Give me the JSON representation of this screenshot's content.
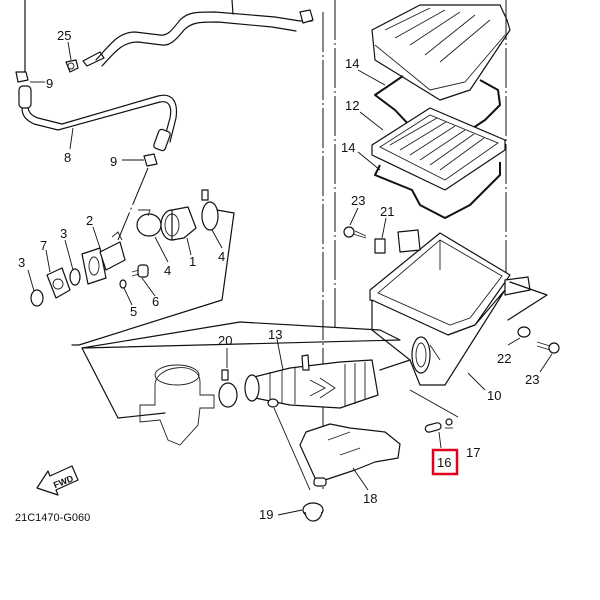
{
  "diagram": {
    "drawing_code": "21C1470-G060",
    "direction_indicator": "FWD",
    "highlighted_callout": "16",
    "highlight_color": "#e0001b",
    "callouts": [
      {
        "id": "c25",
        "label": "25",
        "part": "hose clamp"
      },
      {
        "id": "c9a",
        "label": "9",
        "part": "clip"
      },
      {
        "id": "c8",
        "label": "8",
        "part": "breather hose"
      },
      {
        "id": "c9b",
        "label": "9",
        "part": "clip"
      },
      {
        "id": "c2",
        "label": "2",
        "part": "carburetor joint"
      },
      {
        "id": "c3a",
        "label": "3",
        "part": "o-ring"
      },
      {
        "id": "c7",
        "label": "7",
        "part": "insulator"
      },
      {
        "id": "c3b",
        "label": "3",
        "part": "o-ring"
      },
      {
        "id": "c4a",
        "label": "4",
        "part": "hose clamp"
      },
      {
        "id": "c1",
        "label": "1",
        "part": "joint"
      },
      {
        "id": "c4b",
        "label": "4",
        "part": "hose clamp"
      },
      {
        "id": "c5",
        "label": "5",
        "part": "washer"
      },
      {
        "id": "c6",
        "label": "6",
        "part": "bolt"
      },
      {
        "id": "c14a",
        "label": "14",
        "part": "gasket"
      },
      {
        "id": "c12",
        "label": "12",
        "part": "air filter element"
      },
      {
        "id": "c14b",
        "label": "14",
        "part": "gasket"
      },
      {
        "id": "c23a",
        "label": "23",
        "part": "bolt"
      },
      {
        "id": "c21",
        "label": "21",
        "part": "nut"
      },
      {
        "id": "c22",
        "label": "22",
        "part": "collar"
      },
      {
        "id": "c23b",
        "label": "23",
        "part": "bolt"
      },
      {
        "id": "c10",
        "label": "10",
        "part": "air filter case"
      },
      {
        "id": "c20",
        "label": "20",
        "part": "hose clamp"
      },
      {
        "id": "c13",
        "label": "13",
        "part": "air intake duct"
      },
      {
        "id": "c17",
        "label": "17",
        "part": "clip"
      },
      {
        "id": "c16",
        "label": "16",
        "part": "drain plug"
      },
      {
        "id": "c18",
        "label": "18",
        "part": "duct cover"
      },
      {
        "id": "c19",
        "label": "19",
        "part": "cap"
      }
    ]
  }
}
